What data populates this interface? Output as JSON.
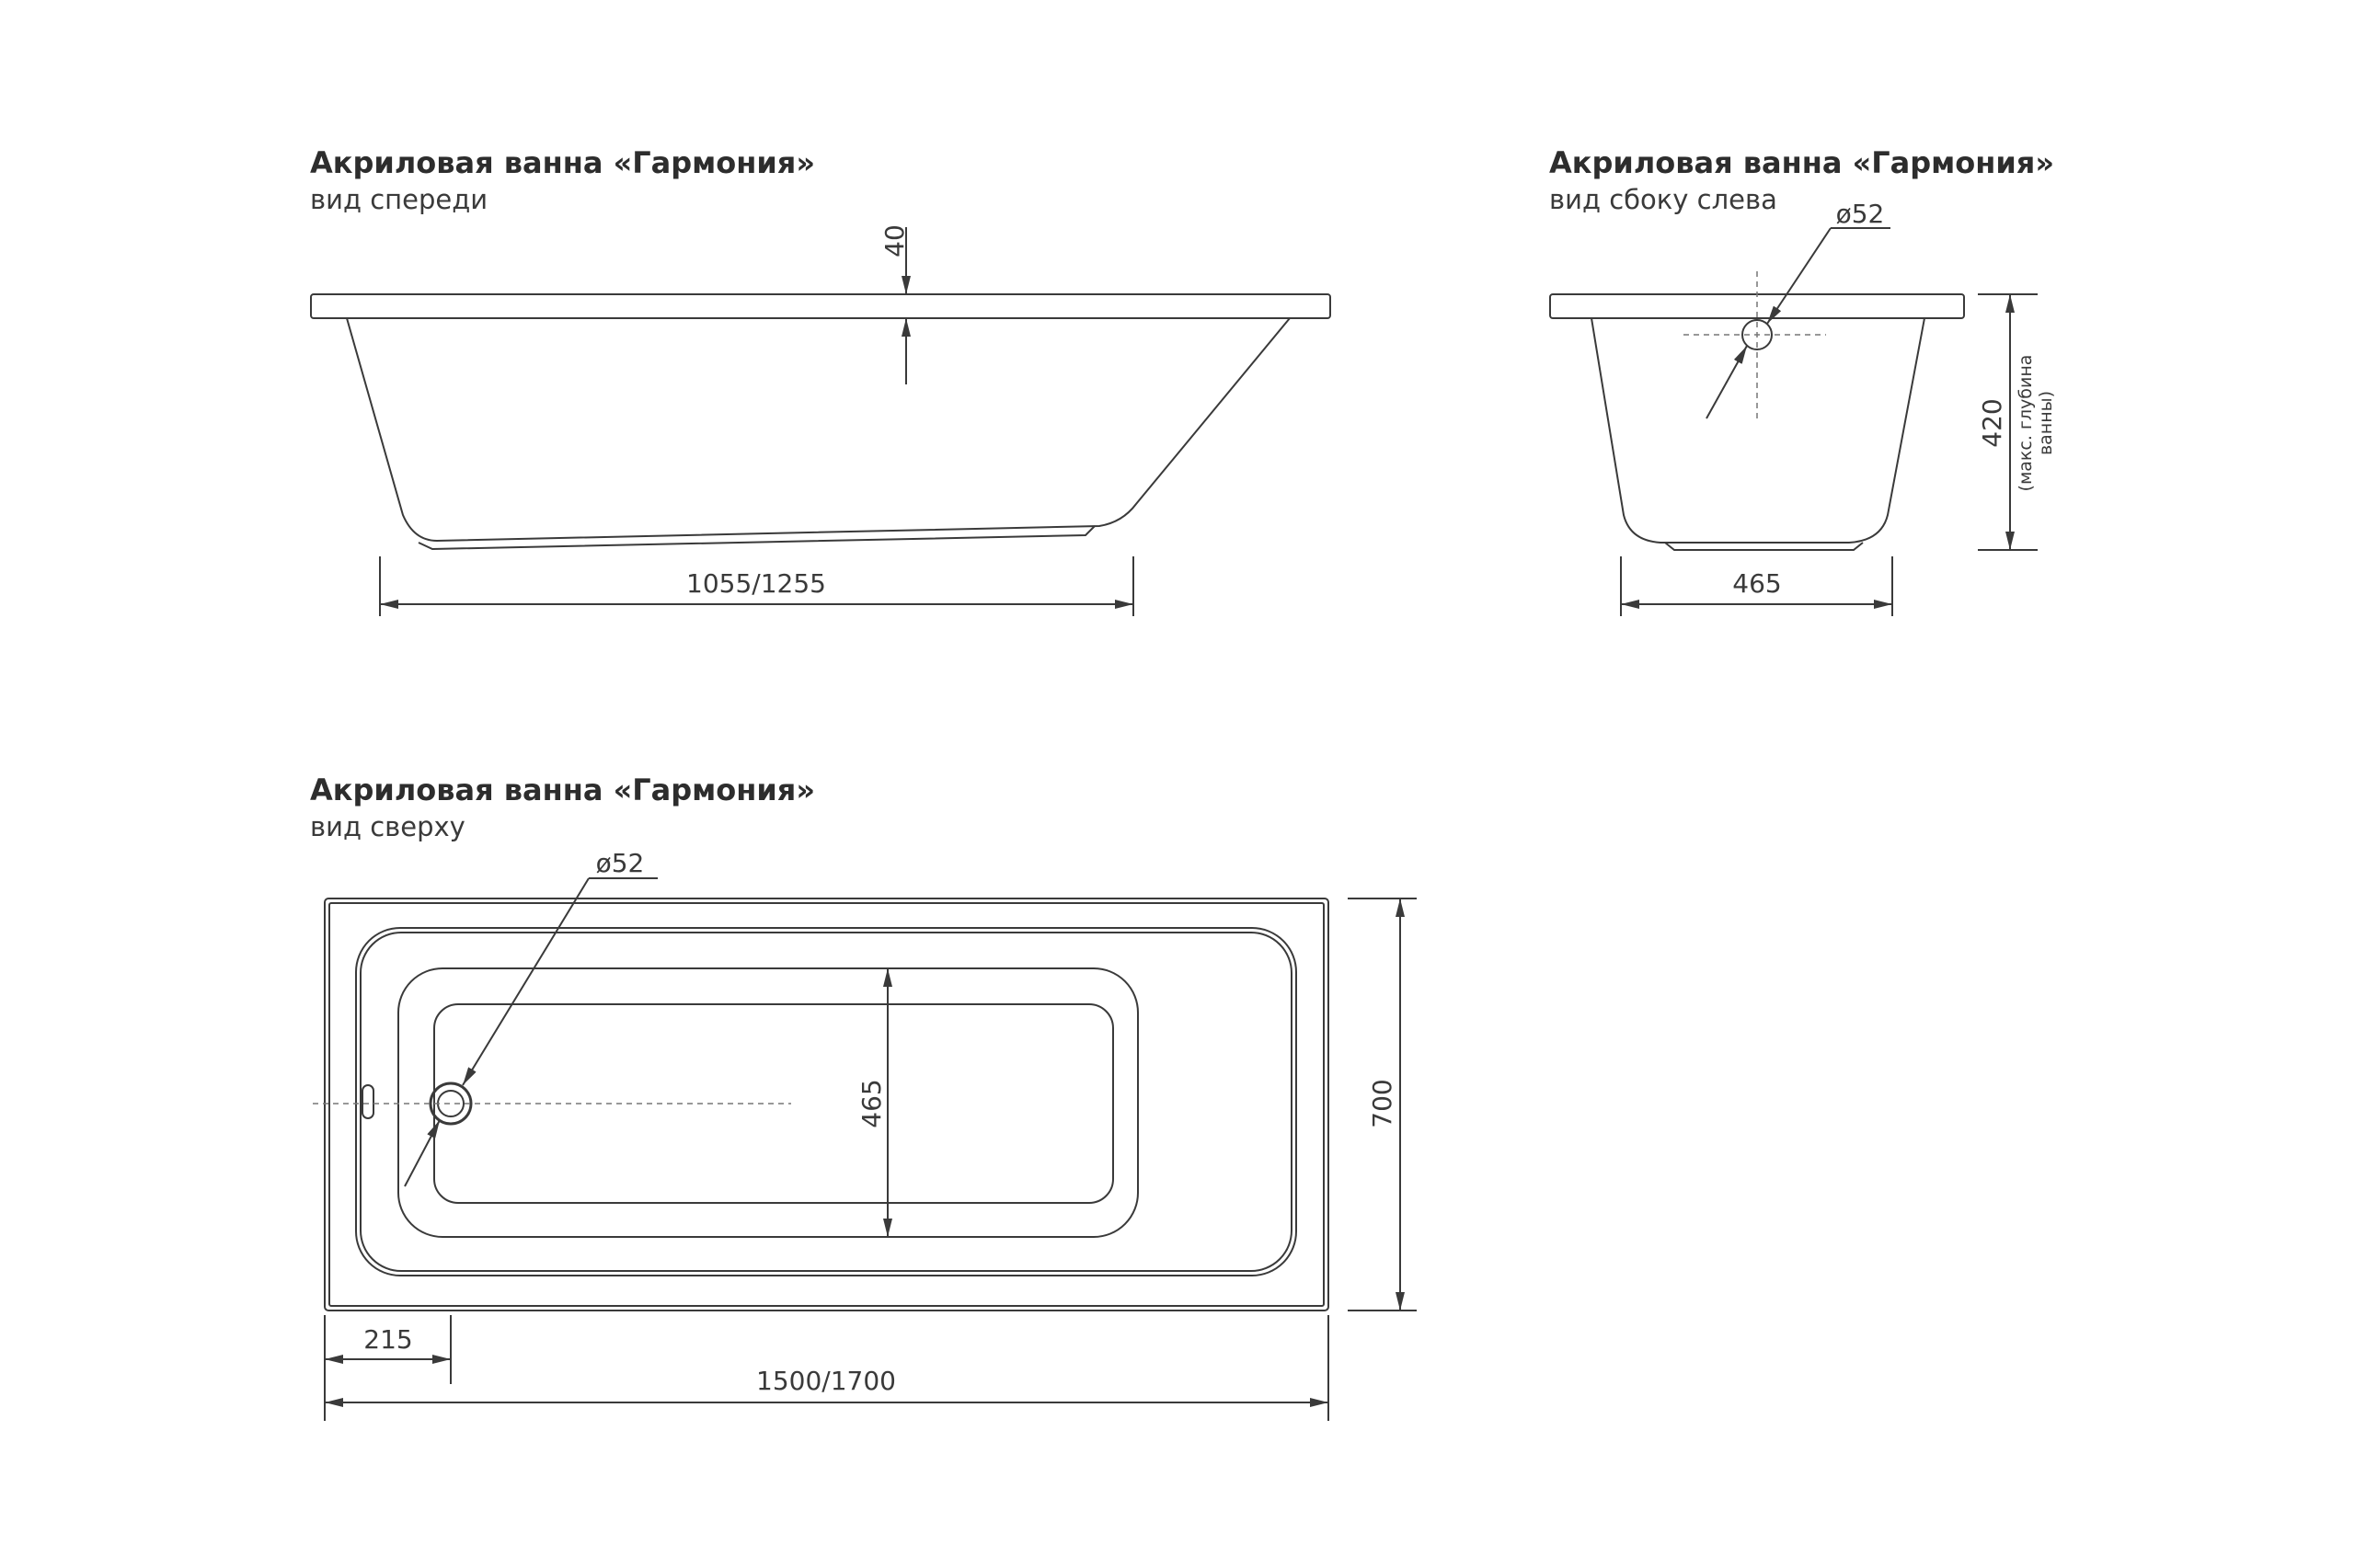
{
  "views": {
    "front": {
      "title": "Акриловая ванна «Гармония»",
      "subtitle": "вид спереди",
      "dims": {
        "rim": "40",
        "length": "1055/1255"
      }
    },
    "side": {
      "title": "Акриловая ванна «Гармония»",
      "subtitle": "вид сбоку слева",
      "dims": {
        "drain": "ø52",
        "height": "420",
        "height_note_1": "(макс. глубина",
        "height_note_2": "ванны)",
        "width": "465"
      }
    },
    "top": {
      "title": "Акриловая ванна «Гармония»",
      "subtitle": "вид сверху",
      "dims": {
        "drain": "ø52",
        "inner_width": "465",
        "width": "700",
        "drain_offset": "215",
        "length": "1500/1700"
      }
    }
  },
  "colors": {
    "line": "#3a3a3a",
    "dashed": "#777777",
    "background": "#ffffff"
  }
}
